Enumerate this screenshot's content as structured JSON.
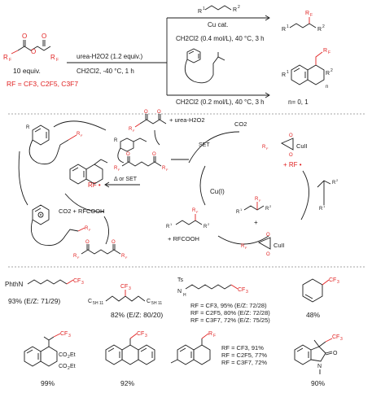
{
  "reaction": {
    "reagent_amount": "10 equiv.",
    "rf_definition": "RF = CF3, C2F5, C3F7",
    "condition_top": "urea-H2O2 (1.2 equiv.)",
    "condition_bottom": "CH2Cl2, -40 °C, 1 h",
    "branch1_catalyst": "Cu cat.",
    "branch1_conditions": "CH2Cl2 (0.4 mol/L), 40 °C, 3 h",
    "branch2_conditions": "CH2Cl2 (0.2 mol/L), 40 °C, 3 h",
    "n_values": "n= 0, 1"
  },
  "mechanism": {
    "oxidant": "+ urea-H2O2",
    "co2_top": "CO2",
    "set_label": "SET",
    "delta_set": "Δ or SET",
    "rf_radical": "RF •",
    "rf_radical_right": "+ RF •",
    "cu_i": "Cu(I)",
    "cu_ii_top": "CuII",
    "cu_ii_bottom": "CuII",
    "co2_rfcooh": "CO2 + RFCOOH",
    "rfcooh_plus": "+ RFCOOH",
    "plus": "+"
  },
  "products": [
    {
      "id": "p1",
      "caption": "93% (E/Z: 71/29)"
    },
    {
      "id": "p2",
      "caption": "82% (E/Z: 80/20)"
    },
    {
      "id": "p3",
      "caption": "RF = CF3, 95% (E/Z: 72/28)\nRF = C2F5, 80% (E/Z: 72/28)\nRF = C3F7, 72% (E/Z: 75/25)"
    },
    {
      "id": "p4",
      "caption": "48%"
    },
    {
      "id": "p5",
      "caption": "99%"
    },
    {
      "id": "p6",
      "caption": "92%"
    },
    {
      "id": "p7",
      "caption": "RF = CF3, 91%\nRF = C2F5, 77%\nRF = C3F7, 72%"
    },
    {
      "id": "p8",
      "caption": "90%"
    }
  ]
}
